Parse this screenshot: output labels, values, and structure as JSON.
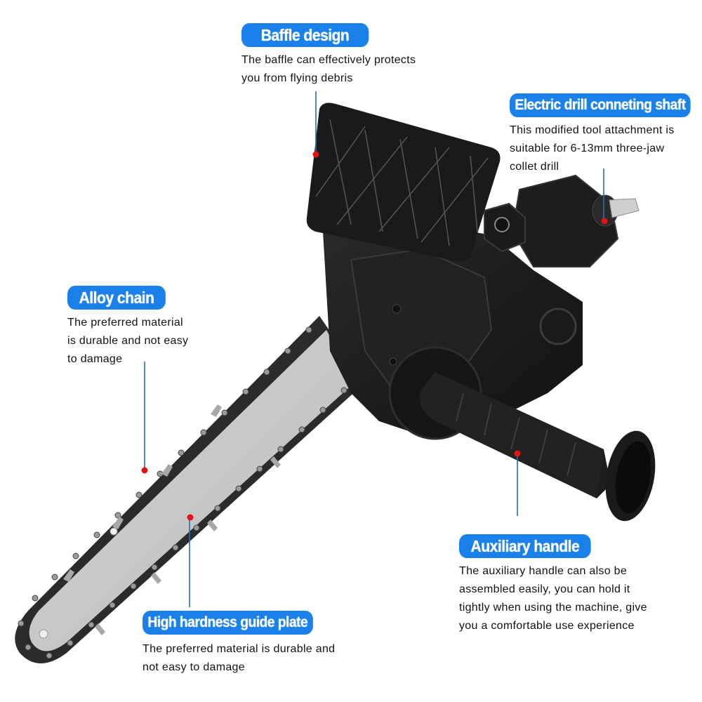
{
  "callouts": [
    {
      "id": "baffle",
      "title": "Baffle design",
      "description": "The baffle can effectively protects\nyou from flying debris"
    },
    {
      "id": "shaft",
      "title": "Electric drill conneting shaft",
      "description": "This modified tool attachment is\nsuitable for 6-13mm three-jaw\ncollet drill"
    },
    {
      "id": "chain",
      "title": "Alloy chain",
      "description": "The preferred material\nis durable and not easy\nto damage"
    },
    {
      "id": "handle",
      "title": "Auxiliary handle",
      "description": "The auxiliary handle can also be\nassembled easily, you can hold it\ntightly when using the machine, give\nyou a comfortable use experience"
    },
    {
      "id": "guide",
      "title": "High hardness guide plate",
      "description": "The preferred material is durable and\nnot easy to damage"
    }
  ],
  "colors": {
    "badge": "#1a80ea",
    "connector": "#2a6db0",
    "marker": "#e01414",
    "body": "#1c1c1c",
    "blade": "#c9c9c9"
  },
  "icons": {
    "marker": "red-dot-marker"
  }
}
